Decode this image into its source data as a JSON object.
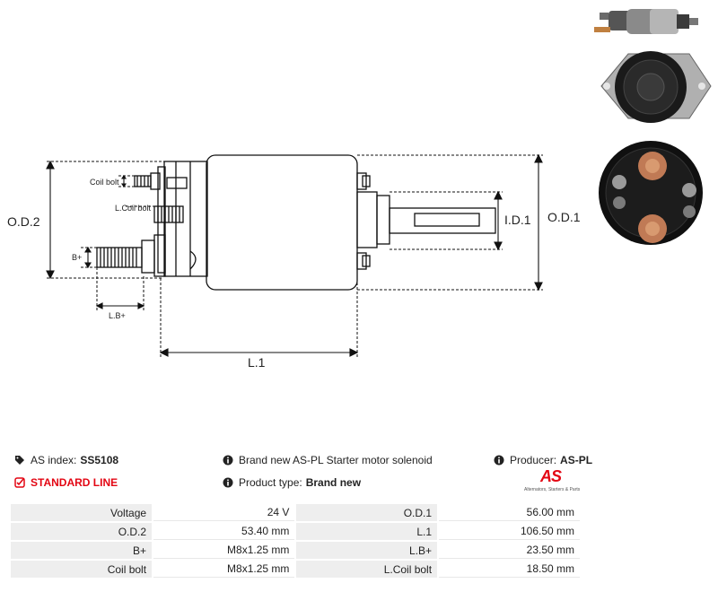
{
  "diagram": {
    "labels": {
      "od2": "O.D.2",
      "od1": "O.D.1",
      "id1": "I.D.1",
      "l1": "L.1",
      "coil_bolt": "Coil bolt",
      "l_coil_bolt": "L.Coil bolt",
      "b_plus": "B+",
      "lb_plus": "L.B+"
    }
  },
  "info": {
    "as_index_label": "AS index:",
    "as_index_value": "SS5108",
    "line_label": "STANDARD LINE",
    "description": "Brand new AS-PL Starter motor solenoid",
    "product_type_label": "Product type:",
    "product_type_value": "Brand new",
    "producer_label": "Producer:",
    "producer_value": "AS-PL",
    "logo_mark": "AS",
    "logo_tagline": "Alternators, Starters & Parts"
  },
  "specs": {
    "rows": [
      {
        "l1": "Voltage",
        "v1": "24 V",
        "l2": "O.D.1",
        "v2": "56.00 mm"
      },
      {
        "l1": "O.D.2",
        "v1": "53.40 mm",
        "l2": "L.1",
        "v2": "106.50 mm"
      },
      {
        "l1": "B+",
        "v1": "M8x1.25 mm",
        "l2": "L.B+",
        "v2": "23.50 mm"
      },
      {
        "l1": "Coil bolt",
        "v1": "M8x1.25 mm",
        "l2": "L.Coil bolt",
        "v2": "18.50 mm"
      }
    ]
  },
  "colors": {
    "accent_red": "#e30613",
    "label_bg": "#eeeeee"
  },
  "icons": [
    "tags-icon",
    "check-square-icon",
    "info-circle-icon"
  ]
}
